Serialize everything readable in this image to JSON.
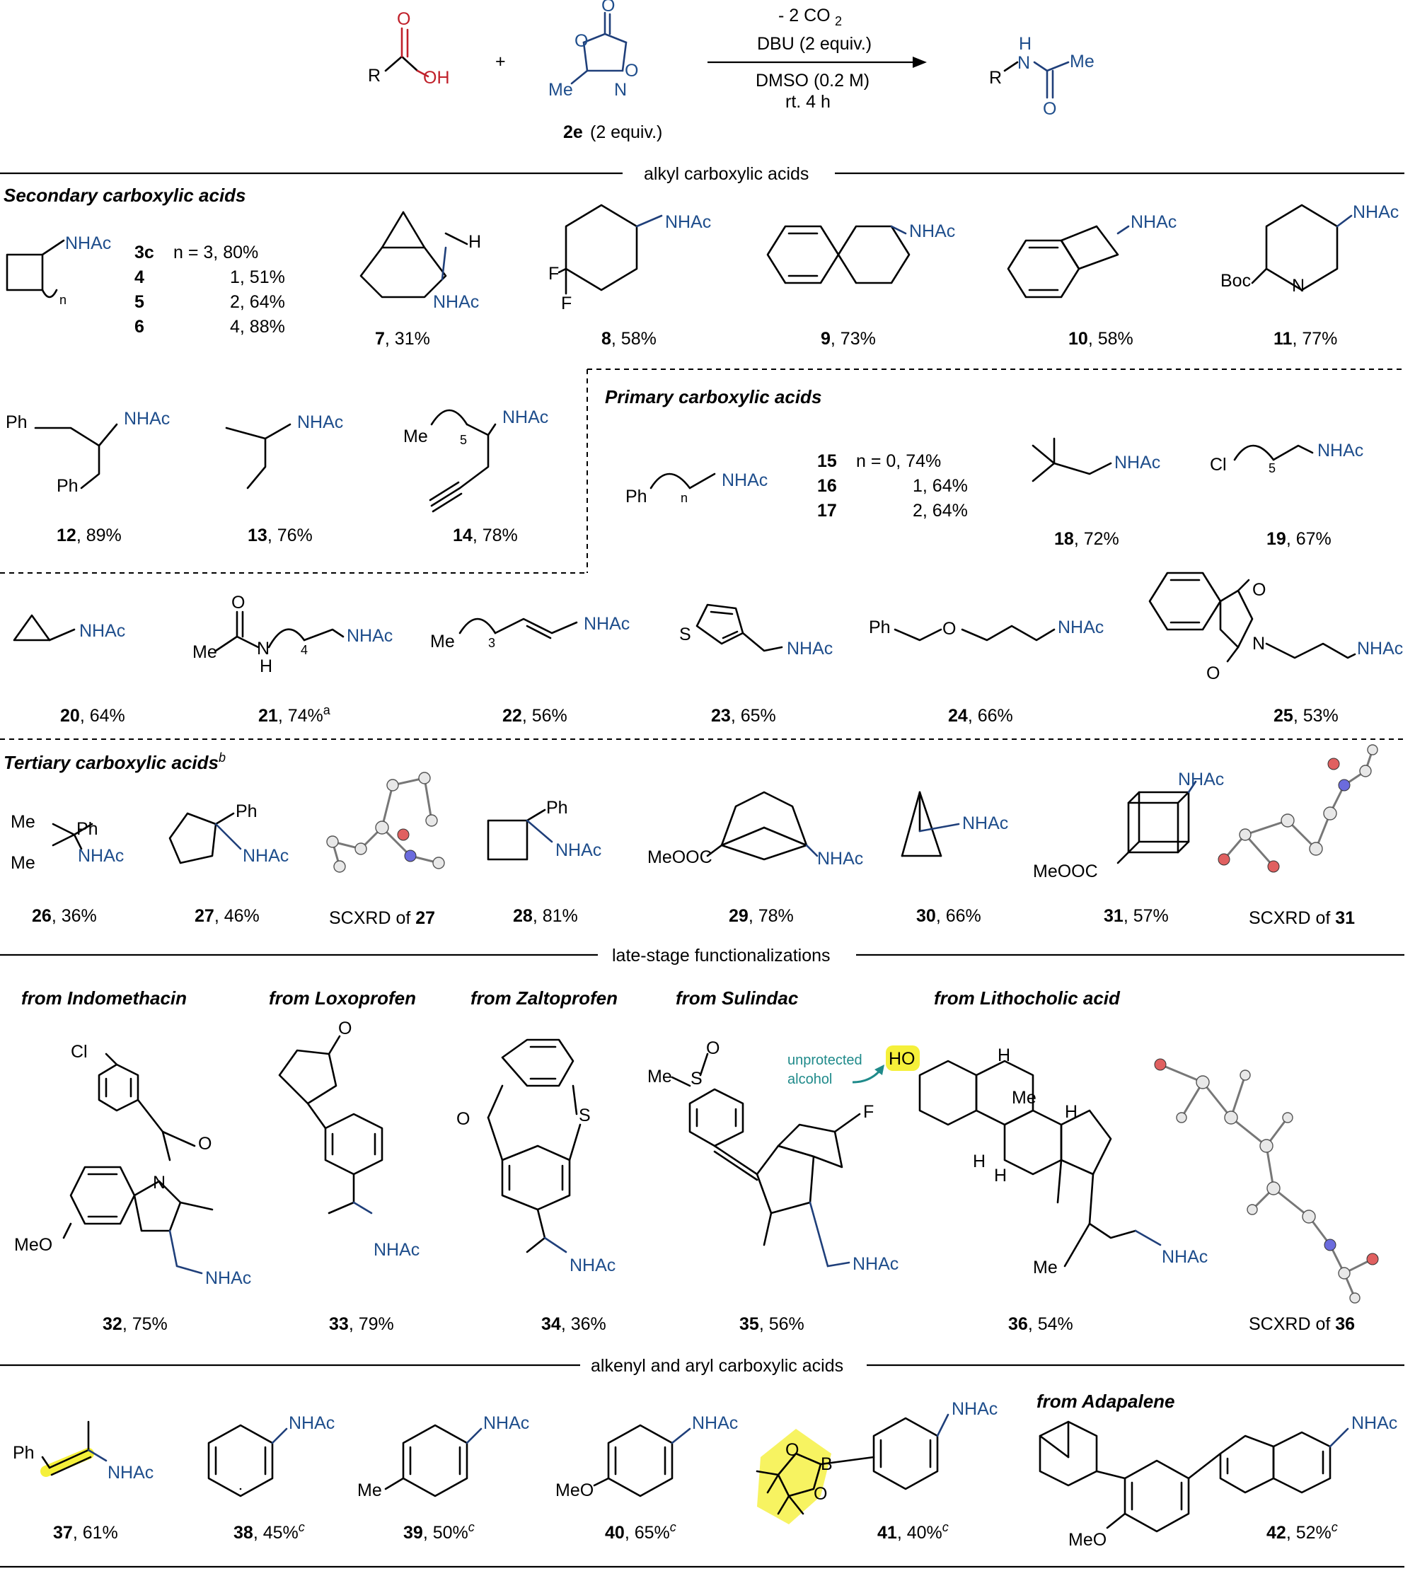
{
  "scheme": {
    "reactant_r": "R",
    "reactant_oh": "OH",
    "reactant_o": "O",
    "plus": "+",
    "reagent_me": "Me",
    "reagent_n": "N",
    "reagent_o": "O",
    "reagent_label": "2e",
    "reagent_equiv": "(2 equiv.)",
    "cond_co2": "- 2 CO",
    "cond_co2_sub": "2",
    "cond_dbu": "DBU (2 equiv.)",
    "cond_solvent": "DMSO (0.2 M)",
    "cond_time": "rt. 4 h",
    "product_r": "R",
    "product_h": "H",
    "product_n": "N",
    "product_me": "Me",
    "product_o": "O"
  },
  "sections": {
    "alkyl": "alkyl carboxylic acids",
    "late": "late-stage functionalizations",
    "aryl": "alkenyl and aryl carboxylic acids"
  },
  "subheads": {
    "secondary": "Secondary carboxylic acids",
    "primary": "Primary carboxylic acids",
    "tertiary": "Tertiary carboxylic acids",
    "tertiary_note": "b"
  },
  "labels": {
    "nhac": "NHAc",
    "ph": "Ph",
    "me": "Me",
    "h": "H",
    "f": "F",
    "n": "N",
    "boc": "Boc",
    "cl": "Cl",
    "s": "S",
    "o": "O",
    "meo": "MeO",
    "meooc": "MeOOC",
    "ho": "HO",
    "b": "B",
    "sub_n": "n",
    "sub_5": "5",
    "sub_4": "4",
    "sub_3": "3",
    "unprotected1": "unprotected",
    "unprotected2": "alcohol"
  },
  "series_3c": {
    "rows": [
      {
        "id": "3c",
        "n": "n =  3, 80%"
      },
      {
        "id": "4",
        "n": "1, 51%"
      },
      {
        "id": "5",
        "n": "2, 64%"
      },
      {
        "id": "6",
        "n": "4, 88%"
      }
    ]
  },
  "series_15": {
    "rows": [
      {
        "id": "15",
        "n": "n =  0, 74%"
      },
      {
        "id": "16",
        "n": "1, 64%"
      },
      {
        "id": "17",
        "n": "2, 64%"
      }
    ]
  },
  "compounds": [
    {
      "id": "7",
      "yield": ", 31%"
    },
    {
      "id": "8",
      "yield": ", 58%"
    },
    {
      "id": "9",
      "yield": ", 73%"
    },
    {
      "id": "10",
      "yield": ", 58%"
    },
    {
      "id": "11",
      "yield": ", 77%"
    },
    {
      "id": "12",
      "yield": ", 89%"
    },
    {
      "id": "13",
      "yield": ", 76%"
    },
    {
      "id": "14",
      "yield": ", 78%"
    },
    {
      "id": "18",
      "yield": ", 72%"
    },
    {
      "id": "19",
      "yield": ", 67%"
    },
    {
      "id": "20",
      "yield": ", 64%"
    },
    {
      "id": "21",
      "yield": ", 74%",
      "note": "a"
    },
    {
      "id": "22",
      "yield": ", 56%"
    },
    {
      "id": "23",
      "yield": ", 65%"
    },
    {
      "id": "24",
      "yield": ", 66%"
    },
    {
      "id": "25",
      "yield": ", 53%"
    },
    {
      "id": "26",
      "yield": ", 36%"
    },
    {
      "id": "27",
      "yield": ", 46%"
    },
    {
      "id": "28",
      "yield": ", 81%"
    },
    {
      "id": "29",
      "yield": ", 78%"
    },
    {
      "id": "30",
      "yield": ", 66%"
    },
    {
      "id": "31",
      "yield": ", 57%"
    },
    {
      "id": "32",
      "yield": ", 75%"
    },
    {
      "id": "33",
      "yield": ", 79%"
    },
    {
      "id": "34",
      "yield": ", 36%"
    },
    {
      "id": "35",
      "yield": ", 56%"
    },
    {
      "id": "36",
      "yield": ", 54%"
    },
    {
      "id": "37",
      "yield": ", 61%"
    },
    {
      "id": "38",
      "yield": ", 45%",
      "note": "c"
    },
    {
      "id": "39",
      "yield": ", 50%",
      "note": "c"
    },
    {
      "id": "40",
      "yield": ", 65%",
      "note": "c"
    },
    {
      "id": "41",
      "yield": ", 40%",
      "note": "c"
    },
    {
      "id": "42",
      "yield": ", 52%",
      "note": "c"
    }
  ],
  "scxrd": {
    "prefix": "SCXRD of ",
    "c27": "27",
    "c31": "31",
    "c36": "36"
  },
  "drugs": {
    "indomethacin": "from Indomethacin",
    "loxoprofen": "from Loxoprofen",
    "zaltoprofen": "from Zaltoprofen",
    "sulindac": "from Sulindac",
    "lithocholic": "from Lithocholic acid",
    "adapalene": "from Adapalene"
  },
  "colors": {
    "acid_red": "#c0202a",
    "amide_blue": "#1f4e8c",
    "highlight": "#f5f03a",
    "annotation_teal": "#1f8a8a"
  }
}
